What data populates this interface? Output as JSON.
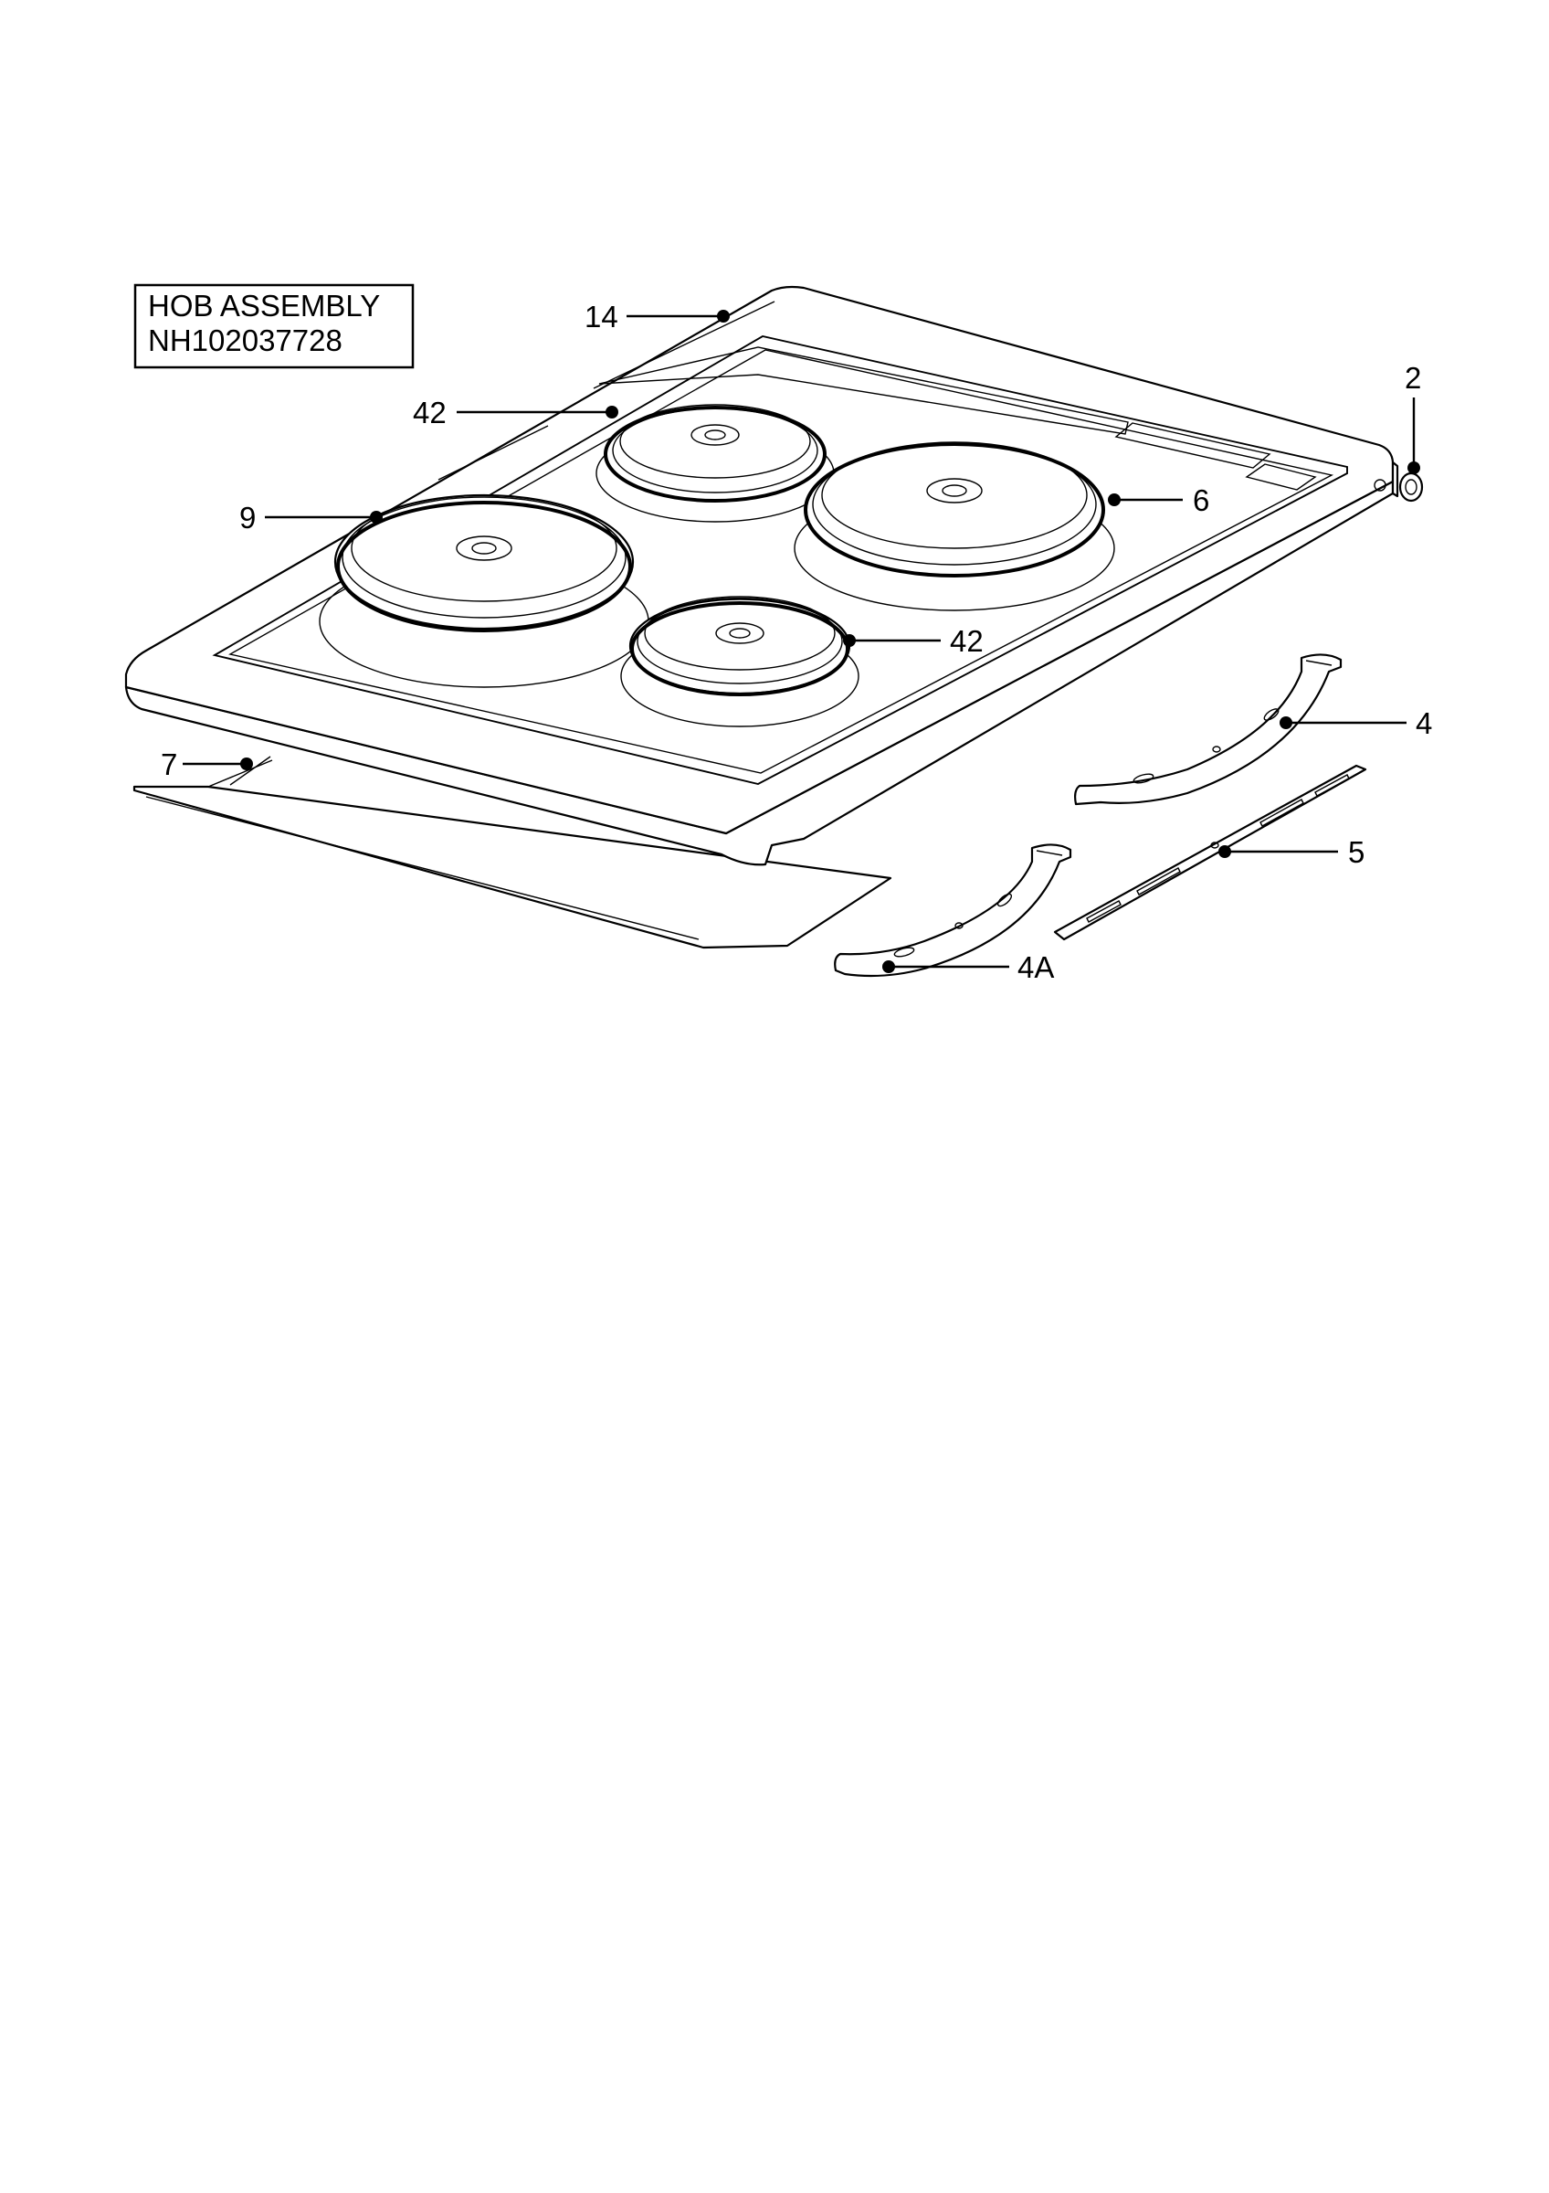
{
  "title_block": {
    "line1": "HOB ASSEMBLY",
    "line2": "NH102037728"
  },
  "callouts": {
    "hob_top": "14",
    "grommet": "2",
    "rear_left_hotplate": "42",
    "rear_right_hotplate": "6",
    "front_left_hotplate": "9",
    "front_right_hotplate": "42",
    "right_bracket": "4",
    "support_strip": "5",
    "left_bracket": "4A",
    "front_trim": "7"
  }
}
